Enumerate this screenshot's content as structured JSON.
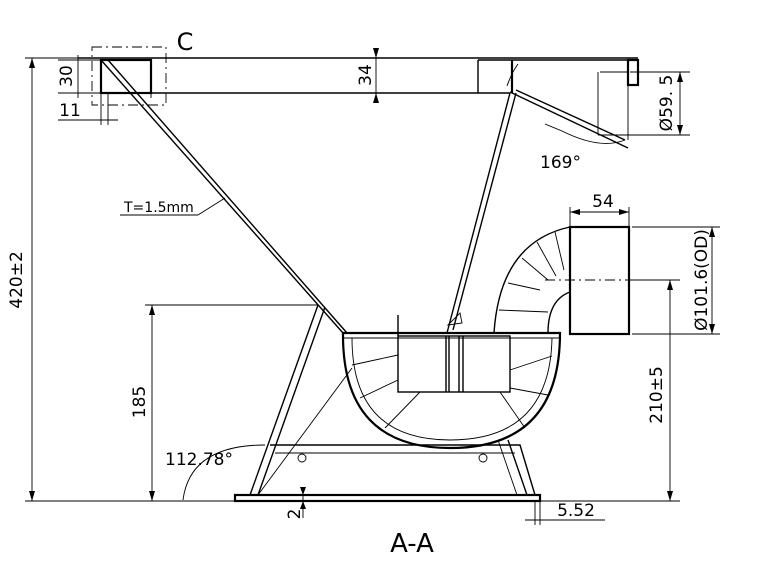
{
  "title": "A-A",
  "detail_label": "C",
  "dimensions": {
    "overall_height": "420±2",
    "leg_height": "185",
    "outlet_height": "210±5",
    "top_section": "34",
    "small_height": "30",
    "small_width": "11",
    "outlet_length": "54",
    "outlet_diameter": "Ø101.6(OD)",
    "top_diameter": "Ø59. 5",
    "top_angle": "169°",
    "leg_angle": "112.78°",
    "base_thickness": "2",
    "base_offset": "5.52",
    "thickness_note": "T=1.5mm"
  }
}
